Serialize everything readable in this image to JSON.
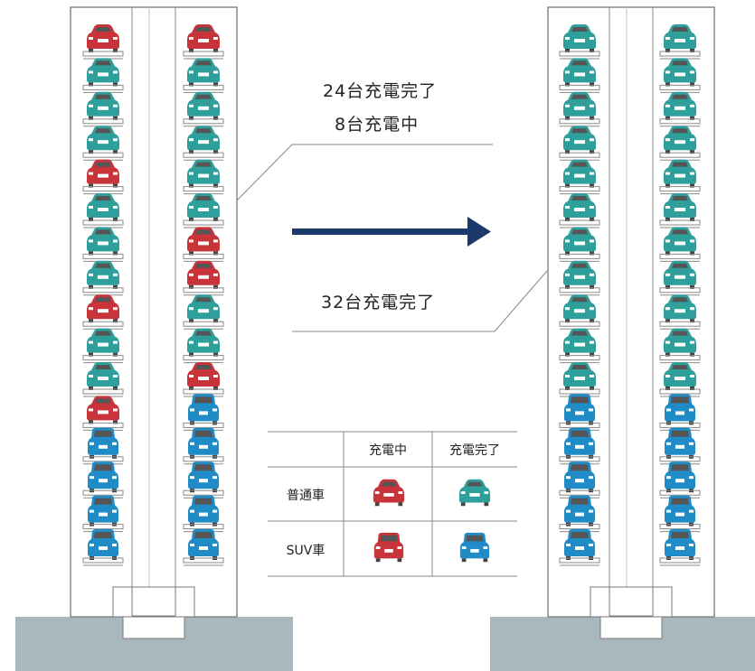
{
  "before": {
    "line1": "24台充電完了",
    "line2": "8台充電中",
    "left_column": [
      "sedan-charging",
      "sedan-done",
      "sedan-done",
      "sedan-done",
      "sedan-charging",
      "sedan-done",
      "sedan-done",
      "sedan-done",
      "sedan-charging",
      "sedan-done",
      "sedan-done",
      "sedan-charging",
      "suv-done",
      "suv-done",
      "suv-done",
      "suv-done"
    ],
    "right_column": [
      "sedan-charging",
      "sedan-done",
      "sedan-done",
      "sedan-done",
      "sedan-done",
      "sedan-done",
      "sedan-charging",
      "sedan-charging",
      "sedan-done",
      "sedan-done",
      "sedan-charging",
      "suv-done",
      "suv-done",
      "suv-done",
      "suv-done",
      "suv-done"
    ]
  },
  "after": {
    "line1": "32台充電完了",
    "left_column": [
      "sedan-done",
      "sedan-done",
      "sedan-done",
      "sedan-done",
      "sedan-done",
      "sedan-done",
      "sedan-done",
      "sedan-done",
      "sedan-done",
      "sedan-done",
      "sedan-done",
      "suv-done",
      "suv-done",
      "suv-done",
      "suv-done",
      "suv-done"
    ],
    "right_column": [
      "sedan-done",
      "sedan-done",
      "sedan-done",
      "sedan-done",
      "sedan-done",
      "sedan-done",
      "sedan-done",
      "sedan-done",
      "sedan-done",
      "sedan-done",
      "sedan-done",
      "suv-done",
      "suv-done",
      "suv-done",
      "suv-done",
      "suv-done"
    ]
  },
  "legend": {
    "col_charging": "充電中",
    "col_done": "充電完了",
    "row_sedan": "普通車",
    "row_suv": "SUV車"
  },
  "colors": {
    "charging": "#c8343a",
    "done_sedan": "#2e9f9a",
    "done_suv": "#1f8cc8",
    "arrow": "#1b3a6b",
    "ground": "#a9b7bf",
    "tower_line": "#7a7a7a"
  }
}
